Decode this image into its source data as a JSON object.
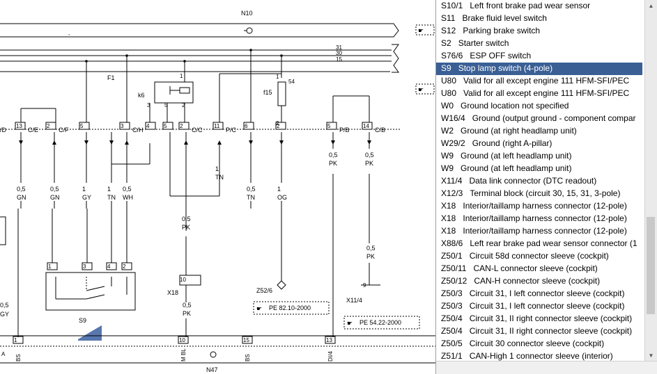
{
  "diagram": {
    "labels": {
      "N10": "N10",
      "N47": "N47",
      "F1": "F1",
      "k6": "k6",
      "f15": "f15",
      "S9": "S9",
      "X18": "X18",
      "Z52_6": "Z52/6",
      "X11_4": "X11/4",
      "bus31": "31",
      "bus30": "30",
      "bus15": "15",
      "k6_pin1": "1",
      "k6_pin3": "3",
      "k6_pin5": "5",
      "k6_pin2": "2",
      "f15_54": "54",
      "f15_1": "1",
      "f15_2": "2"
    },
    "connectors": [
      {
        "pin": "13",
        "name": "C/E"
      },
      {
        "pin": "2",
        "name": "C/F"
      },
      {
        "pin": "5",
        "name": ""
      },
      {
        "pin": "3",
        "name": "C/H"
      },
      {
        "pin": "4",
        "name": ""
      },
      {
        "pin": "5",
        "name": ""
      },
      {
        "pin": "2",
        "name": "C/C"
      },
      {
        "pin": "11",
        "name": "P/C"
      },
      {
        "pin": "6",
        "name": ""
      },
      {
        "pin": "2",
        "name": ""
      },
      {
        "pin": "5",
        "name": "P/B"
      },
      {
        "pin": "14",
        "name": "C/B"
      }
    ],
    "left_connector_name": "/D",
    "wires_top": [
      {
        "size": "0,5",
        "color": "GN"
      },
      {
        "size": "0,5",
        "color": "GN"
      },
      {
        "size": "1",
        "color": "GY"
      },
      {
        "size": "1",
        "color": "TN"
      },
      {
        "size": "0,5",
        "color": "WH"
      },
      {
        "size": "1",
        "color": "TN"
      },
      {
        "size": "0,5",
        "color": "PK"
      },
      {
        "size": "0,5",
        "color": "TN"
      },
      {
        "size": "1",
        "color": "OG"
      },
      {
        "size": "0,5",
        "color": "PK"
      },
      {
        "size": "0,5",
        "color": "PK"
      }
    ],
    "wires_lower": [
      {
        "size": "0,5",
        "color": "GY"
      },
      {
        "size": "0,5",
        "color": "PK"
      },
      {
        "size": "0,5",
        "color": "PK"
      }
    ],
    "s9_pins": [
      "1",
      "3",
      "4",
      "2"
    ],
    "x18_pin": "10",
    "x11_pin": "9",
    "bottom_pins": [
      "1",
      "10",
      "15",
      "13"
    ],
    "bottom_names": [
      "BS",
      "M BL",
      "BS",
      "DI/4"
    ],
    "bottom_left_name": "A",
    "refs": [
      "PE 82.10-2000",
      "PE 54.22-2000"
    ]
  },
  "list": {
    "items": [
      {
        "code": "S10/1",
        "desc": "Left front brake pad wear sensor"
      },
      {
        "code": "S11",
        "desc": "Brake fluid level switch"
      },
      {
        "code": "S12",
        "desc": "Parking brake switch"
      },
      {
        "code": "S2",
        "desc": "Starter switch"
      },
      {
        "code": "S76/6",
        "desc": "ESP OFF switch"
      },
      {
        "code": "S9",
        "desc": "Stop lamp switch (4-pole)"
      },
      {
        "code": "U80",
        "desc": "Valid for all except engine 111 HFM-SFI/PEC"
      },
      {
        "code": "U80",
        "desc": "Valid for all except engine 111 HFM-SFI/PEC"
      },
      {
        "code": "W0",
        "desc": "Ground location not specified"
      },
      {
        "code": "W16/4",
        "desc": "Ground (output ground - component compar"
      },
      {
        "code": "W2",
        "desc": "Ground (at right headlamp unit)"
      },
      {
        "code": "W29/2",
        "desc": "Ground (right A-pillar)"
      },
      {
        "code": "W9",
        "desc": "Ground (at left headlamp unit)"
      },
      {
        "code": "W9",
        "desc": "Ground (at left headlamp unit)"
      },
      {
        "code": "X11/4",
        "desc": "Data link connector (DTC readout)"
      },
      {
        "code": "X12/3",
        "desc": "Terminal block (circuit 30, 15, 31, 3-pole)"
      },
      {
        "code": "X18",
        "desc": "Interior/taillamp harness connector (12-pole)"
      },
      {
        "code": "X18",
        "desc": "Interior/taillamp harness connector (12-pole)"
      },
      {
        "code": "X18",
        "desc": "Interior/taillamp harness connector (12-pole)"
      },
      {
        "code": "X88/6",
        "desc": "Left rear brake pad wear sensor connector (1"
      },
      {
        "code": "Z50/1",
        "desc": "Circuit 58d connector sleeve (cockpit)"
      },
      {
        "code": "Z50/11",
        "desc": "CAN-L connector sleeve (cockpit)"
      },
      {
        "code": "Z50/12",
        "desc": "CAN-H connector sleeve (cockpit)"
      },
      {
        "code": "Z50/3",
        "desc": "Circuit 31, I left connector sleeve (cockpit)"
      },
      {
        "code": "Z50/3",
        "desc": "Circuit 31, I left connector sleeve (cockpit)"
      },
      {
        "code": "Z50/4",
        "desc": "Circuit 31, II right connector sleeve (cockpit)"
      },
      {
        "code": "Z50/4",
        "desc": "Circuit 31, II right connector sleeve (cockpit)"
      },
      {
        "code": "Z50/5",
        "desc": "Circuit 30 connector sleeve (cockpit)"
      },
      {
        "code": "Z51/1",
        "desc": "CAN-High 1 connector sleeve (interior)"
      }
    ],
    "selected_index": 5
  },
  "colors": {
    "selection": "#3a5f95",
    "accent_blue": "#3a5fa0"
  }
}
